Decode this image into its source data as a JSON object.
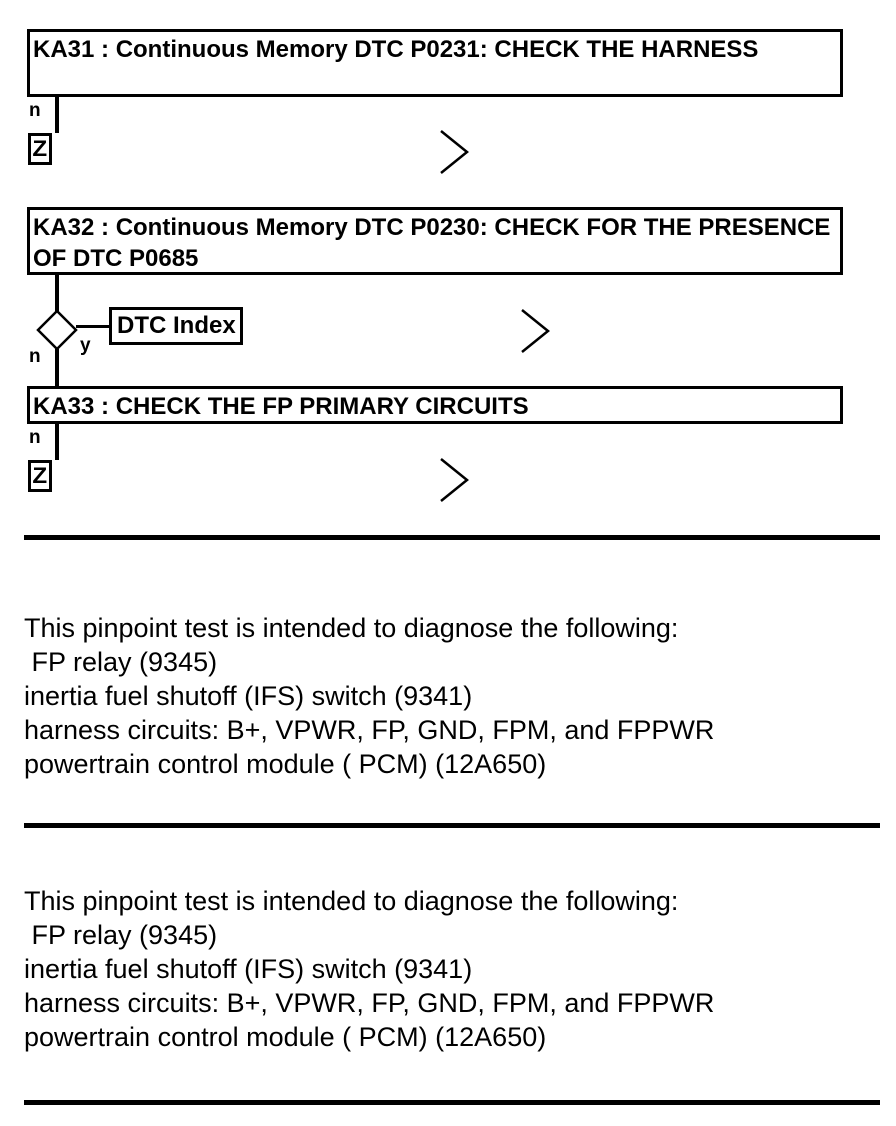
{
  "steps": [
    {
      "title": "KA31 : Continuous Memory DTC P0231: CHECK THE HARNESS",
      "n_label": "n",
      "z_label": "Z"
    },
    {
      "title": "KA32 : Continuous Memory DTC P0230: CHECK FOR THE PRESENCE OF DTC P0685",
      "n_label": "n",
      "y_label": "y",
      "link_label": "DTC Index"
    },
    {
      "title": "KA33 : CHECK THE FP PRIMARY CIRCUITS",
      "n_label": "n",
      "z_label": "Z"
    }
  ],
  "descriptions": [
    {
      "intro": "This pinpoint test is intended to diagnose the following:",
      "items": [
        " FP relay (9345)",
        "inertia fuel shutoff (IFS) switch (9341)",
        "harness circuits: B+, VPWR, FP, GND, FPM, and FPPWR",
        "powertrain control module ( PCM) (12A650)"
      ]
    },
    {
      "intro": "This pinpoint test is intended to diagnose the following:",
      "items": [
        " FP relay (9345)",
        "inertia fuel shutoff (IFS) switch (9341)",
        "harness circuits: B+, VPWR, FP, GND, FPM, and FPPWR",
        "powertrain control module ( PCM) (12A650)"
      ]
    }
  ]
}
